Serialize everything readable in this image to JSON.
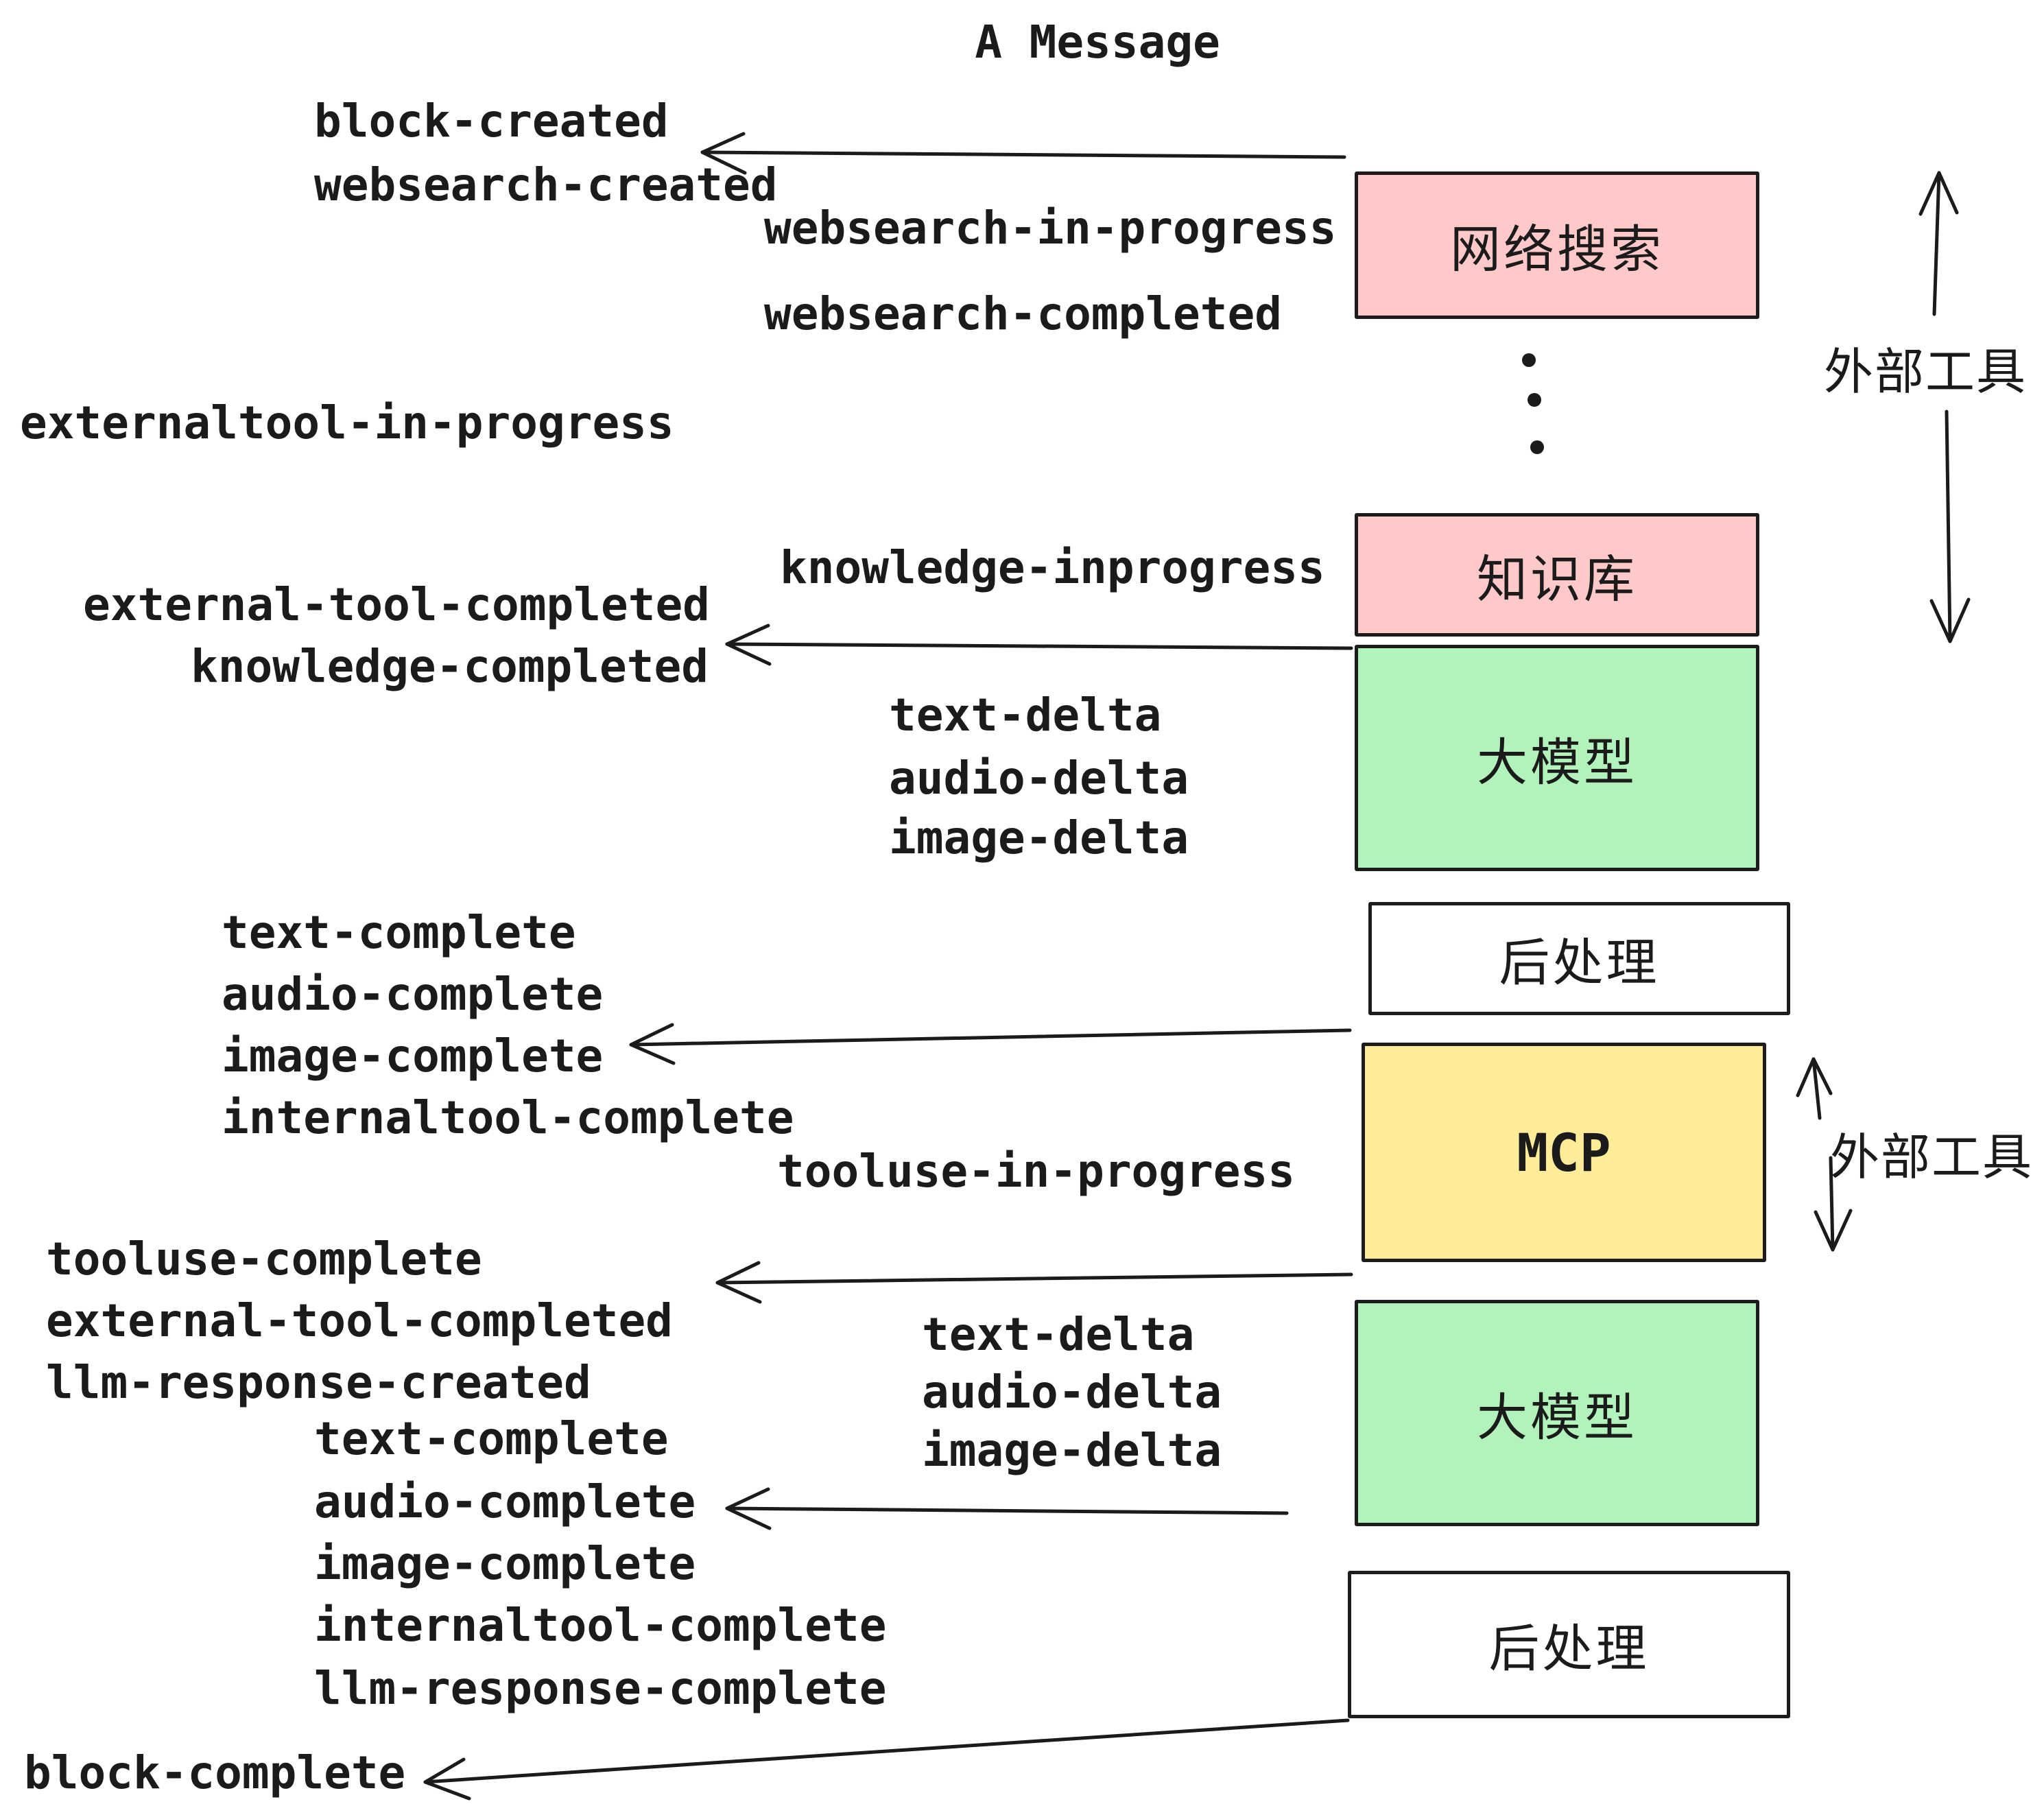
{
  "title": "A Message",
  "colors": {
    "pink": "#ffc9c9",
    "green": "#b2f2bb",
    "yellow": "#ffec99",
    "white": "#ffffff",
    "stroke": "#1b1b1b"
  },
  "events": {
    "block_created": "block-created",
    "websearch_created": "websearch-created",
    "websearch_in_progress": "websearch-in-progress",
    "websearch_completed": "websearch-completed",
    "externaltool_in_progress": "externaltool-in-progress",
    "knowledge_inprogress": "knowledge-inprogress",
    "external_tool_completed": "external-tool-completed",
    "knowledge_completed": "knowledge-completed",
    "text_delta": "text-delta",
    "audio_delta": "audio-delta",
    "image_delta": "image-delta",
    "text_complete": "text-complete",
    "audio_complete": "audio-complete",
    "image_complete": "image-complete",
    "internaltool_complete": "internaltool-complete",
    "tooluse_in_progress": "tooluse-in-progress",
    "tooluse_complete": "tooluse-complete",
    "llm_response_created": "llm-response-created",
    "llm_response_complete": "llm-response-complete",
    "block_complete": "block-complete"
  },
  "boxes": {
    "websearch": {
      "label": "网络搜索",
      "color": "#ffc9c9"
    },
    "knowledge": {
      "label": "知识库",
      "color": "#ffc9c9"
    },
    "llm_top": {
      "label": "大模型",
      "color": "#b2f2bb"
    },
    "postprocess_top": {
      "label": "后处理",
      "color": "#ffffff"
    },
    "mcp": {
      "label": "MCP",
      "color": "#ffec99"
    },
    "llm_bottom": {
      "label": "大模型",
      "color": "#b2f2bb"
    },
    "postprocess_bottom": {
      "label": "后处理",
      "color": "#ffffff"
    }
  },
  "annotations": {
    "external_tools_top": "外部工具",
    "external_tools_mcp": "外部工具"
  }
}
